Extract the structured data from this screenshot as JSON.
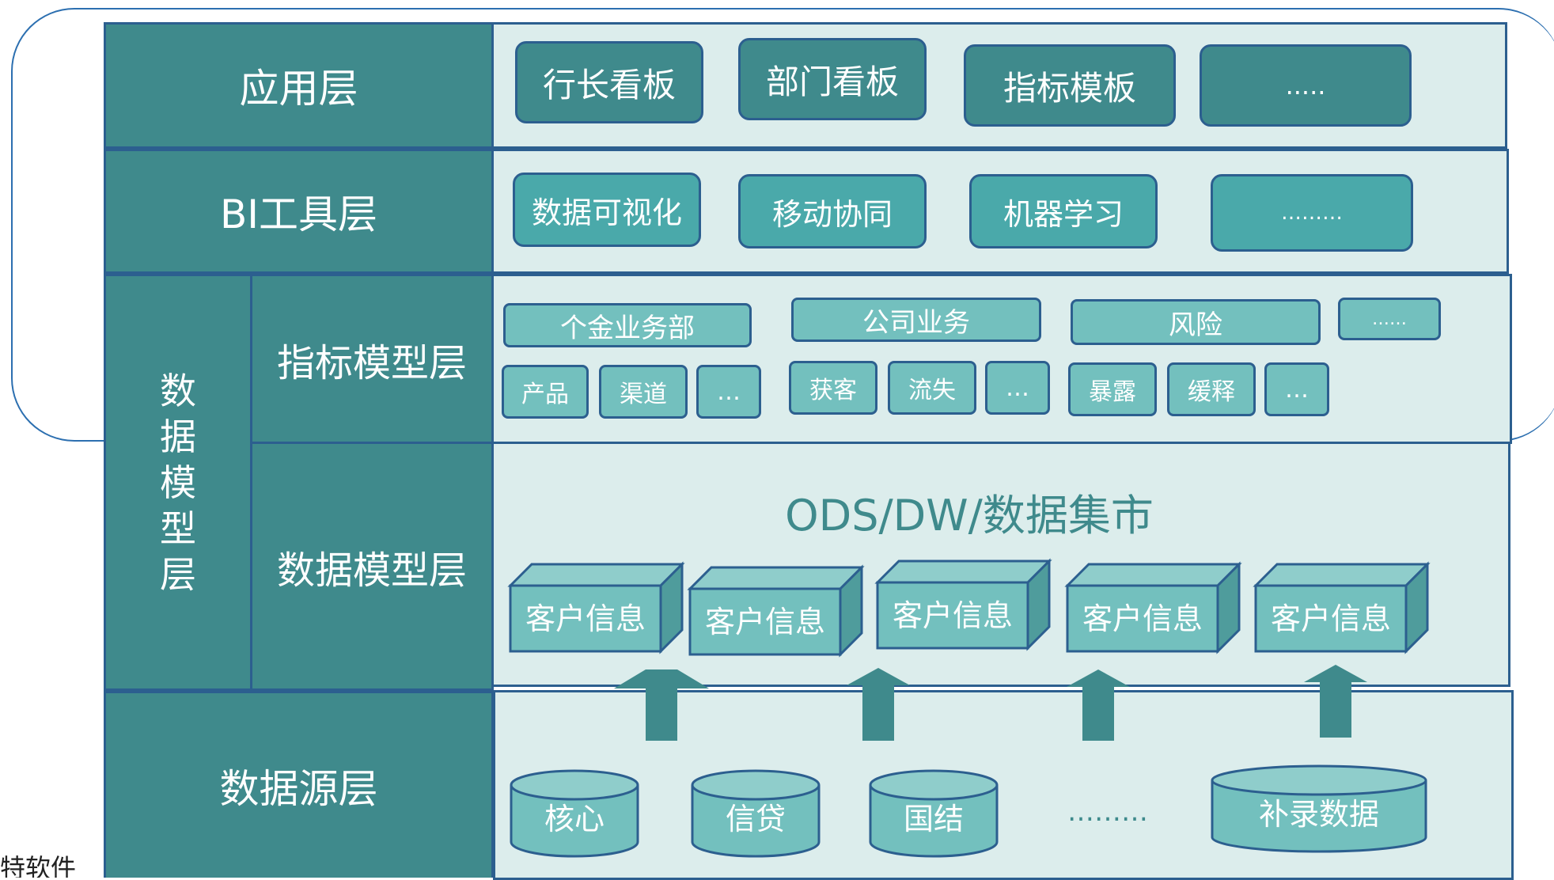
{
  "layers": {
    "application": "应用层",
    "bi_tools": "BI工具层",
    "data_model_group": [
      "数",
      "据",
      "模",
      "型",
      "层"
    ],
    "metric_model": "指标模型层",
    "data_model": "数据模型层",
    "data_source": "数据源层"
  },
  "application_items": [
    "行长看板",
    "部门看板",
    "指标模板",
    "....."
  ],
  "bi_items": [
    "数据可视化",
    "移动协同",
    "机器学习",
    "………"
  ],
  "metric_categories": [
    "个金业务部",
    "公司业务",
    "风险",
    "……"
  ],
  "metric_subitems": {
    "group1": [
      "产品",
      "渠道",
      "…"
    ],
    "group2": [
      "获客",
      "流失",
      "…"
    ],
    "group3": [
      "暴露",
      "缓释",
      "…"
    ]
  },
  "data_model_caption": "ODS/DW/数据集市",
  "cubes": [
    "客户信息",
    "客户信息",
    "客户信息",
    "客户信息",
    "客户信息"
  ],
  "sources": [
    "核心",
    "信贷",
    "国结",
    "补录数据"
  ],
  "sources_ellipsis": "………",
  "footer_fragment": "特软件",
  "colors": {
    "layer_fill": "#3f8a8c",
    "band_fill": "#dcedec",
    "border": "#2c5f8f",
    "mid_button": "#4aa9aa",
    "chip": "#73c0be",
    "cube_front": "#73c0be",
    "cube_top": "#8fcdcb",
    "cube_side": "#4f9c9c"
  }
}
